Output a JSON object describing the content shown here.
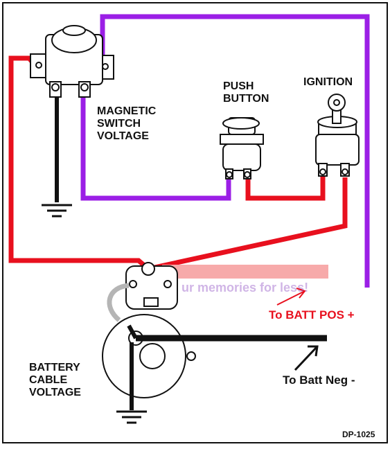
{
  "labels": {
    "magnetic_switch_voltage": [
      "MAGNETIC",
      "SWITCH",
      "VOLTAGE"
    ],
    "push_button": [
      "PUSH",
      "BUTTON"
    ],
    "ignition": "IGNITION",
    "battery_cable_voltage": [
      "BATTERY",
      "CABLE",
      "VOLTAGE"
    ],
    "to_batt_pos": "To BATT POS +",
    "to_batt_neg": "To Batt Neg -",
    "diagram_code": "DP-1025",
    "watermark": "ur memories for less!"
  },
  "colors": {
    "positive_wire": "#e8101e",
    "switch_wire": "#9b1fe6",
    "ground_wire": "#111111",
    "band": "#f7aaaa"
  },
  "icons": [
    "solenoid-icon",
    "push-button-switch-icon",
    "ignition-switch-icon",
    "starter-motor-icon",
    "ground-symbol-icon",
    "key-icon",
    "arrow-icon"
  ]
}
